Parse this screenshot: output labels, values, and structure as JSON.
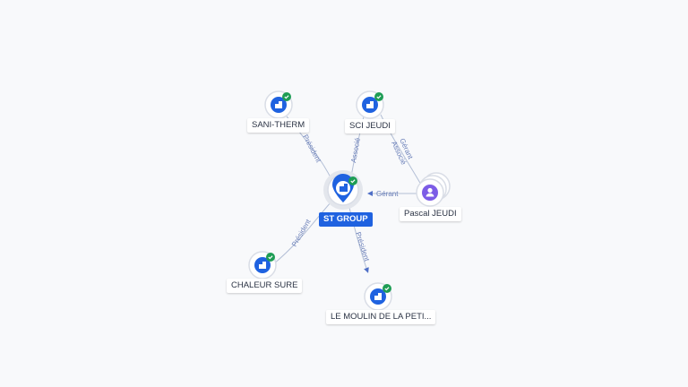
{
  "nodes": {
    "center": {
      "label": "ST GROUP",
      "icon": "company-icon",
      "verified": true
    },
    "sani": {
      "label": "SANI-THERM",
      "icon": "company-icon",
      "verified": true
    },
    "sci": {
      "label": "SCI JEUDI",
      "icon": "company-icon",
      "verified": true
    },
    "pascal": {
      "label": "Pascal JEUDI",
      "icon": "person-icon"
    },
    "chaleur": {
      "label": "CHALEUR SURE",
      "icon": "company-icon",
      "verified": true
    },
    "moulin": {
      "label": "LE MOULIN DE LA PETI...",
      "icon": "company-icon",
      "verified": true
    }
  },
  "edges": {
    "center_sani": "Président",
    "center_sci": "Associé",
    "pascal_center": "Gérant",
    "pascal_sci_1": "Gérant",
    "pascal_sci_2": "Associé",
    "center_chaleur": "Président",
    "center_moulin": "Président"
  },
  "colors": {
    "company": "#1f62e0",
    "person": "#7c5ce6",
    "verified": "#1e9d55",
    "edge": "#b3bfd6",
    "edge_label": "#6a7fb8",
    "background": "#f8f9fb"
  }
}
